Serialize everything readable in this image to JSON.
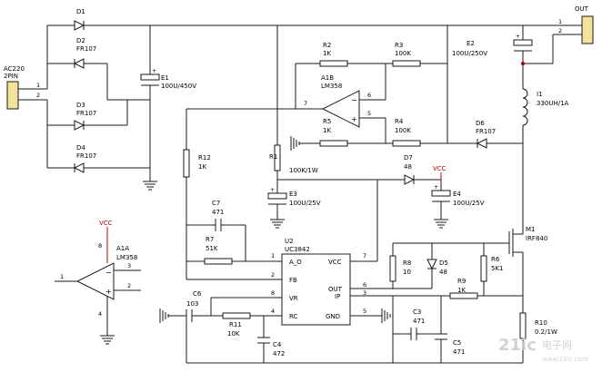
{
  "connectors": {
    "input": {
      "name": "AC220",
      "type": "2PIN",
      "pin1": "1",
      "pin2": "2"
    },
    "output": {
      "name": "OUT",
      "pin1": "1",
      "pin2": "2"
    }
  },
  "diodes": [
    {
      "ref": "D1",
      "value": ""
    },
    {
      "ref": "D2",
      "value": "FR107"
    },
    {
      "ref": "D3",
      "value": "FR107"
    },
    {
      "ref": "D4",
      "value": "FR107"
    },
    {
      "ref": "D5",
      "value": "48"
    },
    {
      "ref": "D6",
      "value": "FR107"
    },
    {
      "ref": "D7",
      "value": "48"
    }
  ],
  "capacitors": [
    {
      "ref": "E1",
      "value": "100U/450V"
    },
    {
      "ref": "E2",
      "value": "100U/250V"
    },
    {
      "ref": "E3",
      "value": "100U/25V"
    },
    {
      "ref": "E4",
      "value": "100U/25V"
    },
    {
      "ref": "C3",
      "value": "471"
    },
    {
      "ref": "C4",
      "value": "472"
    },
    {
      "ref": "C5",
      "value": "471"
    },
    {
      "ref": "C6",
      "value": "103"
    },
    {
      "ref": "C7",
      "value": "471"
    }
  ],
  "resistors": [
    {
      "ref": "R1",
      "value": "100K/1W"
    },
    {
      "ref": "R2",
      "value": "1K"
    },
    {
      "ref": "R3",
      "value": "100K"
    },
    {
      "ref": "R4",
      "value": "100K"
    },
    {
      "ref": "R5",
      "value": "1K"
    },
    {
      "ref": "R6",
      "value": "5K1"
    },
    {
      "ref": "R7",
      "value": "51K"
    },
    {
      "ref": "R8",
      "value": "10"
    },
    {
      "ref": "R9",
      "value": "1K"
    },
    {
      "ref": "R10",
      "value": "0.2/1W"
    },
    {
      "ref": "R11",
      "value": "10K"
    },
    {
      "ref": "R12",
      "value": "1K"
    }
  ],
  "inductor": {
    "ref": "I1",
    "value": "330UH/1A"
  },
  "mosfet": {
    "ref": "M1",
    "value": "IRF840"
  },
  "opamps": [
    {
      "ref": "A1B",
      "value": "LM358",
      "pins": {
        "plus": "5",
        "minus": "6",
        "out": "7"
      }
    },
    {
      "ref": "A1A",
      "value": "LM358",
      "pins": {
        "in": "1",
        "a": "3",
        "b": "2",
        "top": "8",
        "bottom": "4"
      }
    }
  ],
  "ic": {
    "ref": "U2",
    "value": "UC3842",
    "pins": [
      {
        "num": "1",
        "name": "A_O"
      },
      {
        "num": "2",
        "name": "FB"
      },
      {
        "num": "8",
        "name": "VR"
      },
      {
        "num": "4",
        "name": "RC"
      },
      {
        "num": "7",
        "name": "VCC"
      },
      {
        "num": "6",
        "name": "OUT"
      },
      {
        "num": "3",
        "name": "IP"
      },
      {
        "num": "5",
        "name": "GND"
      }
    ]
  },
  "power_labels": {
    "vcc": "VCC"
  },
  "net_labels": {
    "a1b_out_pin": "7",
    "u2_pin7": "7",
    "u2_pin6": "6",
    "u2_pin3": "3",
    "u2_pin5": "5",
    "u2_pin8": "8",
    "u2_pin4": "4",
    "u2_pin2": "2",
    "u2_pin1": "1"
  },
  "watermark": {
    "text": "21ic",
    "site": "电子网",
    "domain": "www.21ic.com"
  },
  "colors": {
    "wire": "#1a1a1a",
    "vcc_label": "#c00000",
    "background": "#ffffff"
  }
}
